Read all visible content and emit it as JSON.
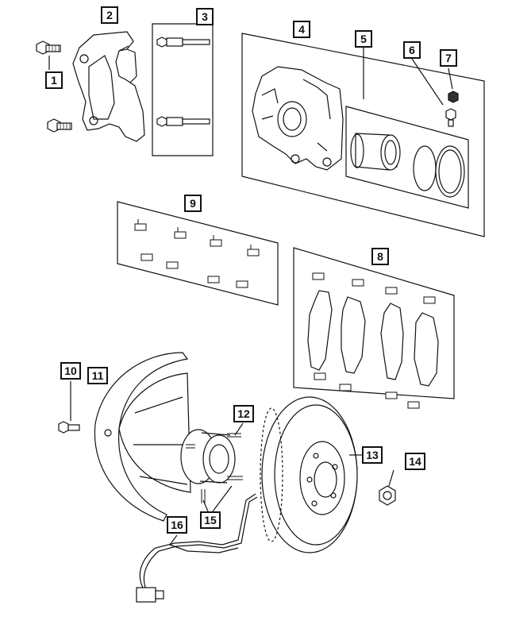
{
  "diagram": {
    "callouts": [
      {
        "id": "c1",
        "label": "1"
      },
      {
        "id": "c2",
        "label": "2"
      },
      {
        "id": "c3",
        "label": "3"
      },
      {
        "id": "c4",
        "label": "4"
      },
      {
        "id": "c5",
        "label": "5"
      },
      {
        "id": "c6",
        "label": "6"
      },
      {
        "id": "c7",
        "label": "7"
      },
      {
        "id": "c8",
        "label": "8"
      },
      {
        "id": "c9",
        "label": "9"
      },
      {
        "id": "c10",
        "label": "10"
      },
      {
        "id": "c11",
        "label": "11"
      },
      {
        "id": "c12",
        "label": "12"
      },
      {
        "id": "c13",
        "label": "13"
      },
      {
        "id": "c14",
        "label": "14"
      },
      {
        "id": "c15",
        "label": "15"
      },
      {
        "id": "c16",
        "label": "16"
      }
    ]
  },
  "colors": {
    "line": "#111111",
    "fill": "#ffffff",
    "shade": "#d9d9d9"
  }
}
